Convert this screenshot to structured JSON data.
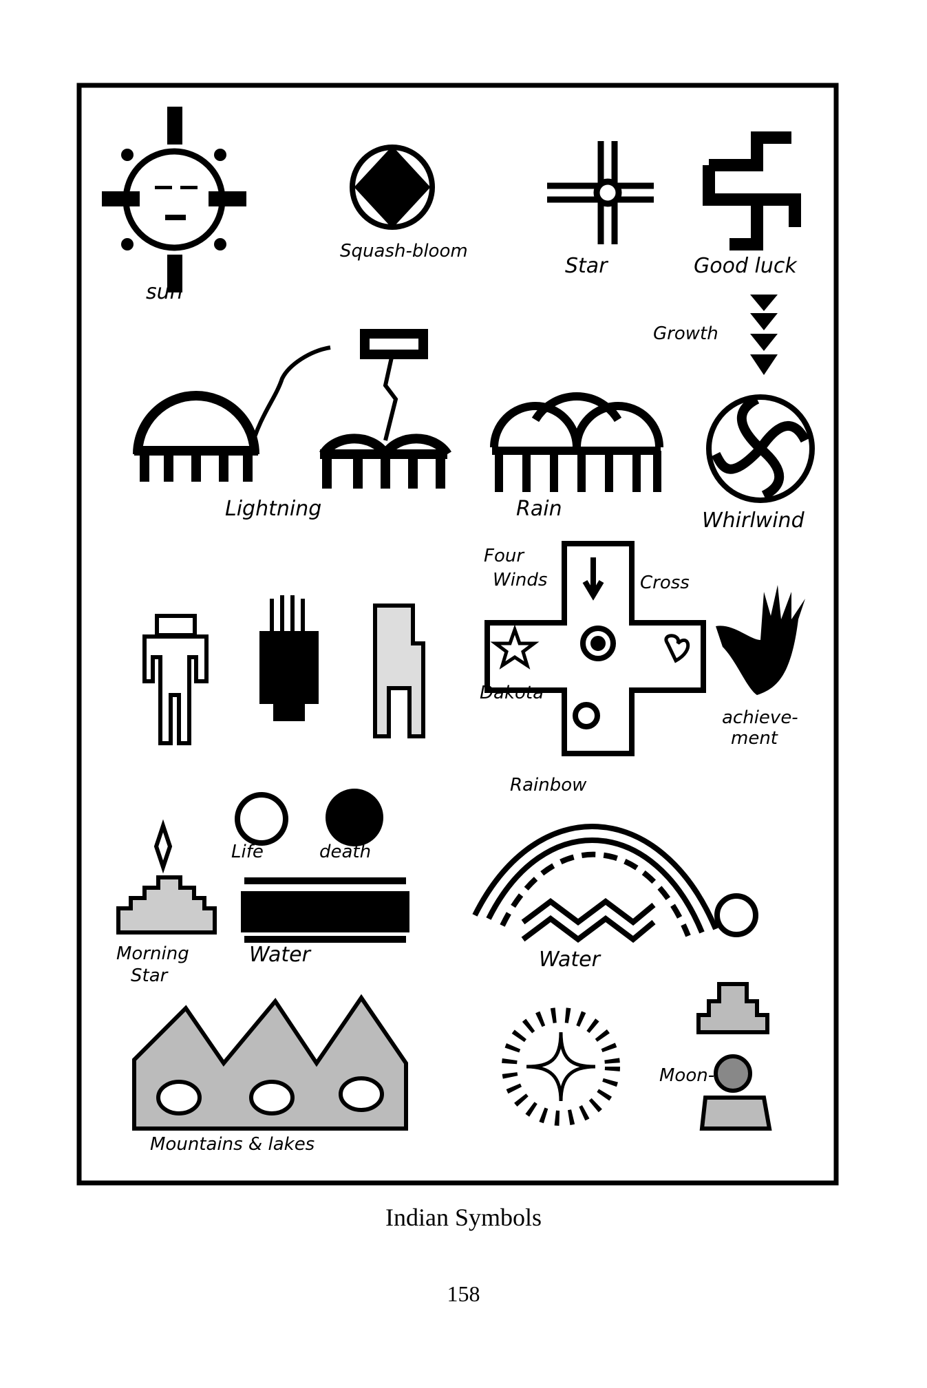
{
  "labels": {
    "sun": "sun",
    "squash_bloom": "Squash-bloom",
    "star": "Star",
    "good_luck": "Good luck",
    "growth": "Growth",
    "lightning": "Lightning",
    "rain": "Rain",
    "whirlwind": "Whirlwind",
    "four_winds_1": "Four",
    "four_winds_2": "Winds",
    "cross": "Cross",
    "dakota": "Dakota",
    "achievement_1": "achieve-",
    "achievement_2": "ment",
    "rainbow": "Rainbow",
    "life": "Life",
    "death": "death",
    "morning_star_1": "Morning",
    "morning_star_2": "Star",
    "water_1": "Water",
    "water_2": "Water",
    "mountains": "Mountains & lakes",
    "moon": "Moon-"
  },
  "caption": "Indian Symbols",
  "page_number": "158"
}
